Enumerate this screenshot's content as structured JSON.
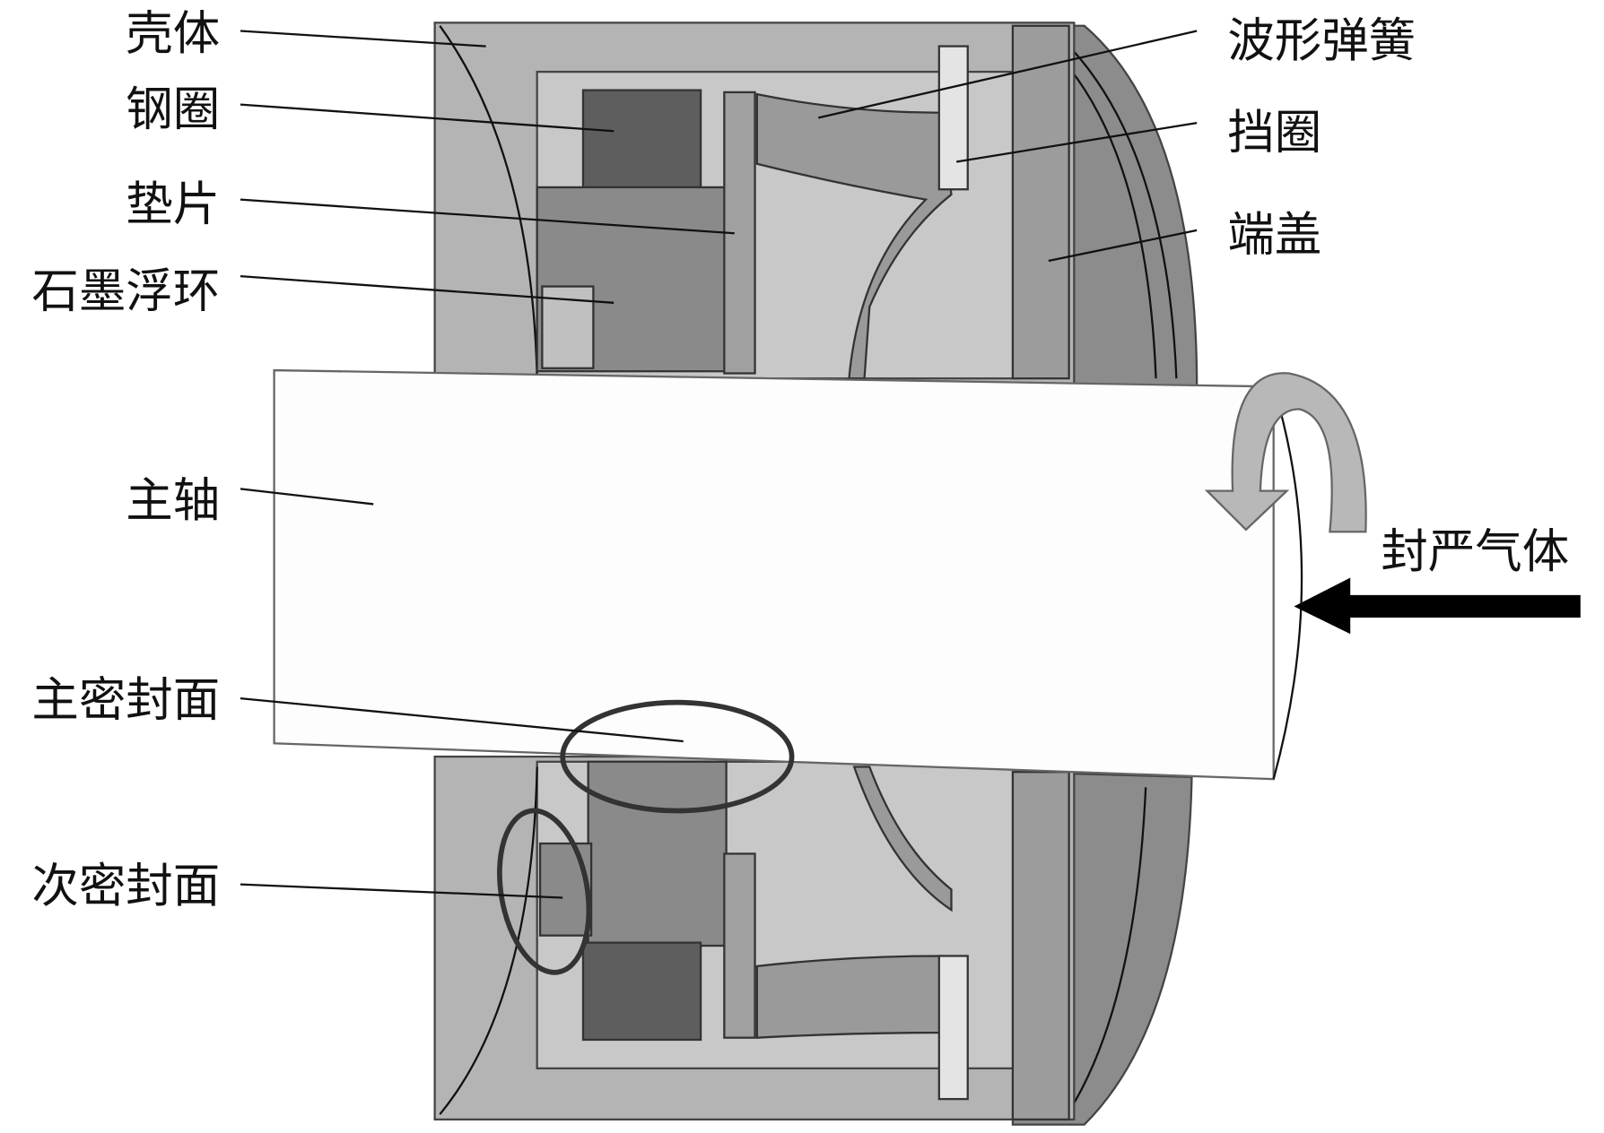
{
  "labels": {
    "housing": "壳体",
    "steel_ring": "钢圈",
    "gasket": "垫片",
    "graphite_ring": "石墨浮环",
    "shaft": "主轴",
    "primary_seal_face": "主密封面",
    "secondary_seal_face": "次密封面",
    "wave_spring": "波形弹簧",
    "retaining_ring": "挡圈",
    "end_cap": "端盖",
    "sealing_gas": "封严气体"
  },
  "colors": {
    "housing": "#b4b4b4",
    "end_cap": "#8c8c8c",
    "steel_ring": "#5e5e5e",
    "graphite_ring": "#8a8a8a",
    "shaft": "#ffffff",
    "arrow": "#000000"
  }
}
